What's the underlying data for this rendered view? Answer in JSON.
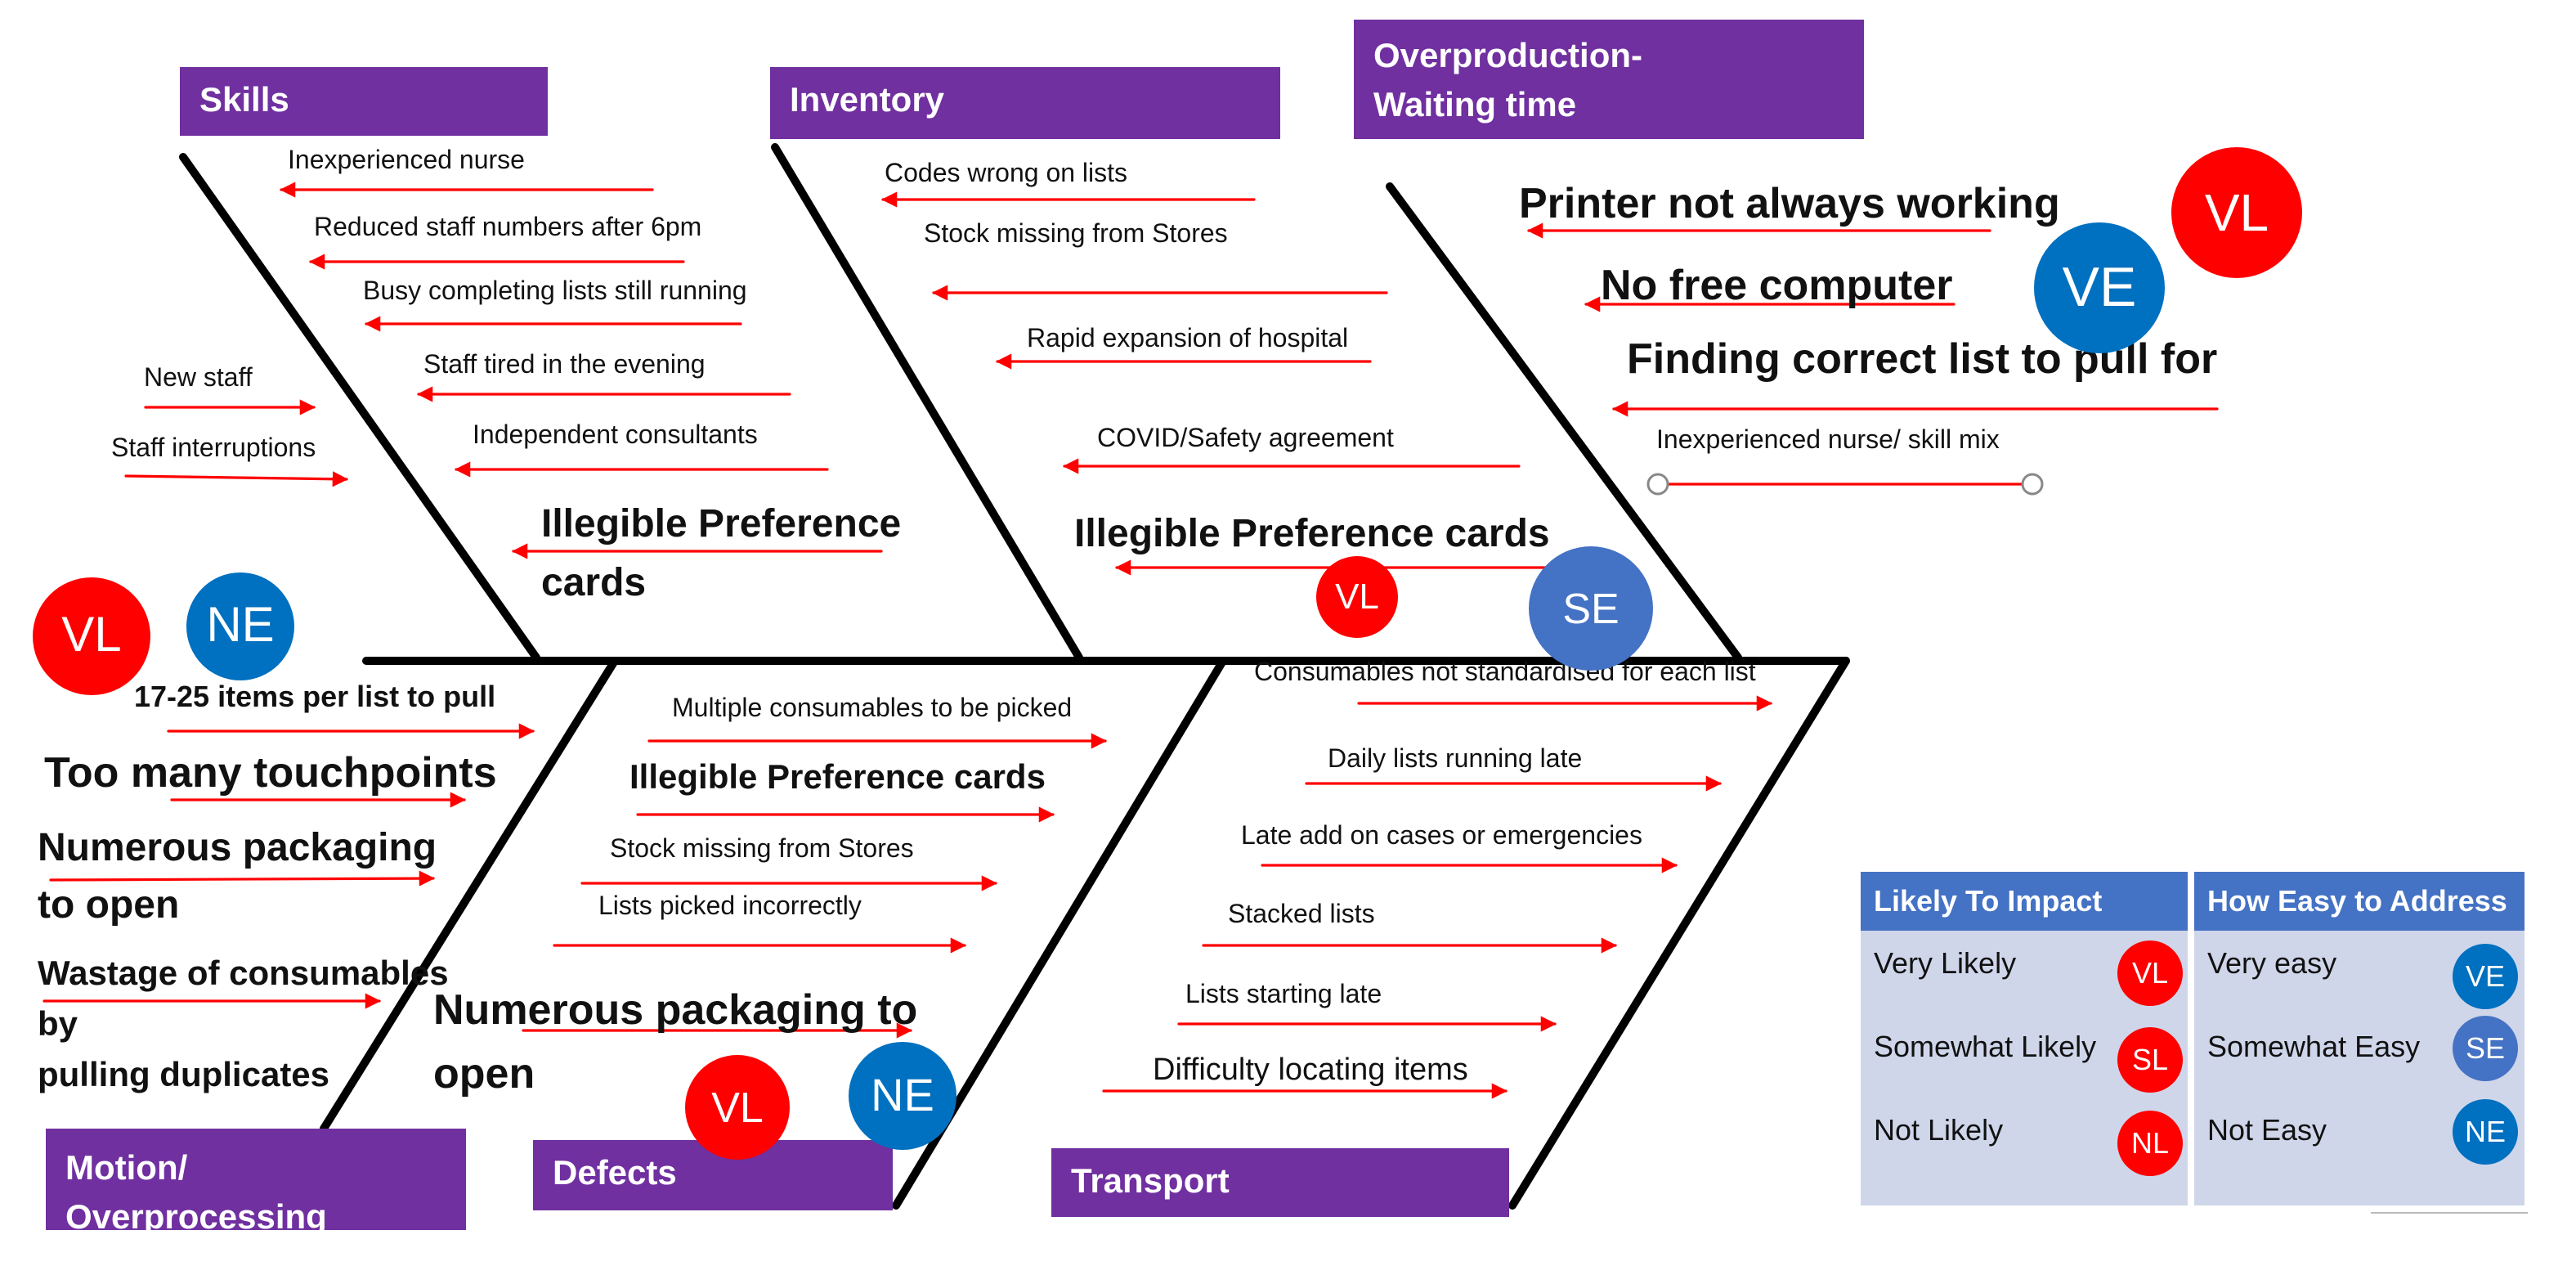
{
  "colors": {
    "category_fill": "#7030a0",
    "arrow": "#ff0000",
    "bone": "#000000",
    "badge_likely": "#ff0000",
    "badge_easy": "#0070c0",
    "badge_somewhat_easy": "#4472c4",
    "legend_header": "#4472c4",
    "legend_body": "#cfd6ea"
  },
  "categories": {
    "skills": "Skills",
    "inventory": "Inventory",
    "overproduction": [
      "Overproduction-",
      "Waiting time"
    ],
    "motion": [
      "Motion/",
      "Overprocessing"
    ],
    "defects": "Defects",
    "transport": "Transport"
  },
  "causes": {
    "skills": [
      "Inexperienced nurse",
      "Reduced staff numbers after 6pm",
      "Busy completing lists still running",
      "New staff",
      "Staff tired in the evening",
      "Staff interruptions",
      "Independent consultants",
      "Illegible Preference",
      "cards"
    ],
    "inventory": [
      "Codes wrong on lists",
      "Stock missing from Stores",
      "Rapid expansion of hospital",
      "COVID/Safety agreement",
      "Illegible Preference cards"
    ],
    "overproduction": [
      "Printer not always working",
      "No free computer",
      "Finding correct list to pull for",
      "Inexperienced nurse/ skill mix"
    ],
    "motion": [
      "17-25 items per list to pull",
      "Too many touchpoints",
      "Numerous packaging",
      "to open",
      "Wastage of consumables",
      "by",
      "pulling duplicates"
    ],
    "defects": [
      "Multiple consumables to be picked",
      "Illegible Preference cards",
      "Stock missing from Stores",
      "Lists picked incorrectly",
      "Numerous packaging to",
      "open"
    ],
    "transport": [
      "Consumables not standardised for each list",
      "Daily lists running late",
      "Late add on cases or emergencies",
      "Stacked lists",
      "Lists starting late",
      "Difficulty locating items"
    ]
  },
  "badges": {
    "skills": [
      "VL",
      "NE"
    ],
    "inventory": [
      "VL",
      "SE"
    ],
    "overproduction": [
      "VL",
      "VE"
    ],
    "defects": [
      "VL",
      "NE"
    ]
  },
  "legend": {
    "impact_header": "Likely To Impact",
    "ease_header": "How Easy to Address",
    "impact": [
      {
        "label": "Very Likely",
        "code": "VL"
      },
      {
        "label": "Somewhat Likely",
        "code": "SL"
      },
      {
        "label": "Not Likely",
        "code": "NL"
      }
    ],
    "ease": [
      {
        "label": "Very easy",
        "code": "VE"
      },
      {
        "label": "Somewhat Easy",
        "code": "SE"
      },
      {
        "label": "Not Easy",
        "code": "NE"
      }
    ]
  }
}
